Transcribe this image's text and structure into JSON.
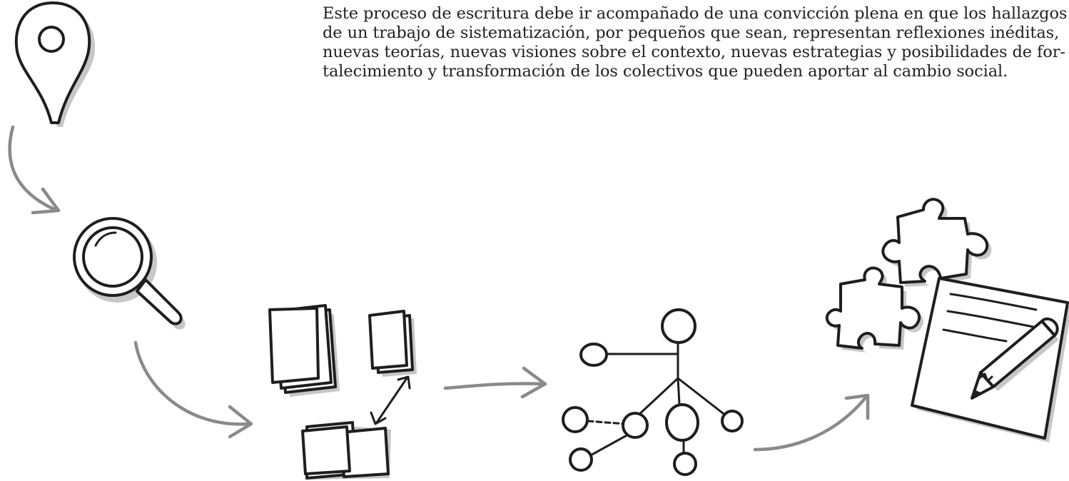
{
  "intro": {
    "lines": [
      "Este proceso de escritura debe ir acompañado de una convicción plena en que los hallazgos",
      "de un trabajo de sistematización, por pequeños que sean, representan reflexiones inéditas,",
      "nuevas teorías, nuevas visiones sobre el contexto, nuevas estrategias y posibilidades de for-",
      "talecimiento y transformación de los colectivos que pueden aportar al cambio social."
    ]
  },
  "steps": [
    {
      "icon": "map-pin-icon"
    },
    {
      "icon": "magnifying-glass-icon"
    },
    {
      "icon": "document-cards-icon"
    },
    {
      "icon": "network-tree-icon"
    },
    {
      "icon": "puzzle-and-writing-icon"
    }
  ],
  "colors": {
    "ink": "#1e1e1e",
    "arrow": "#8a8a8a",
    "text": "#222222",
    "background": "#ffffff"
  }
}
